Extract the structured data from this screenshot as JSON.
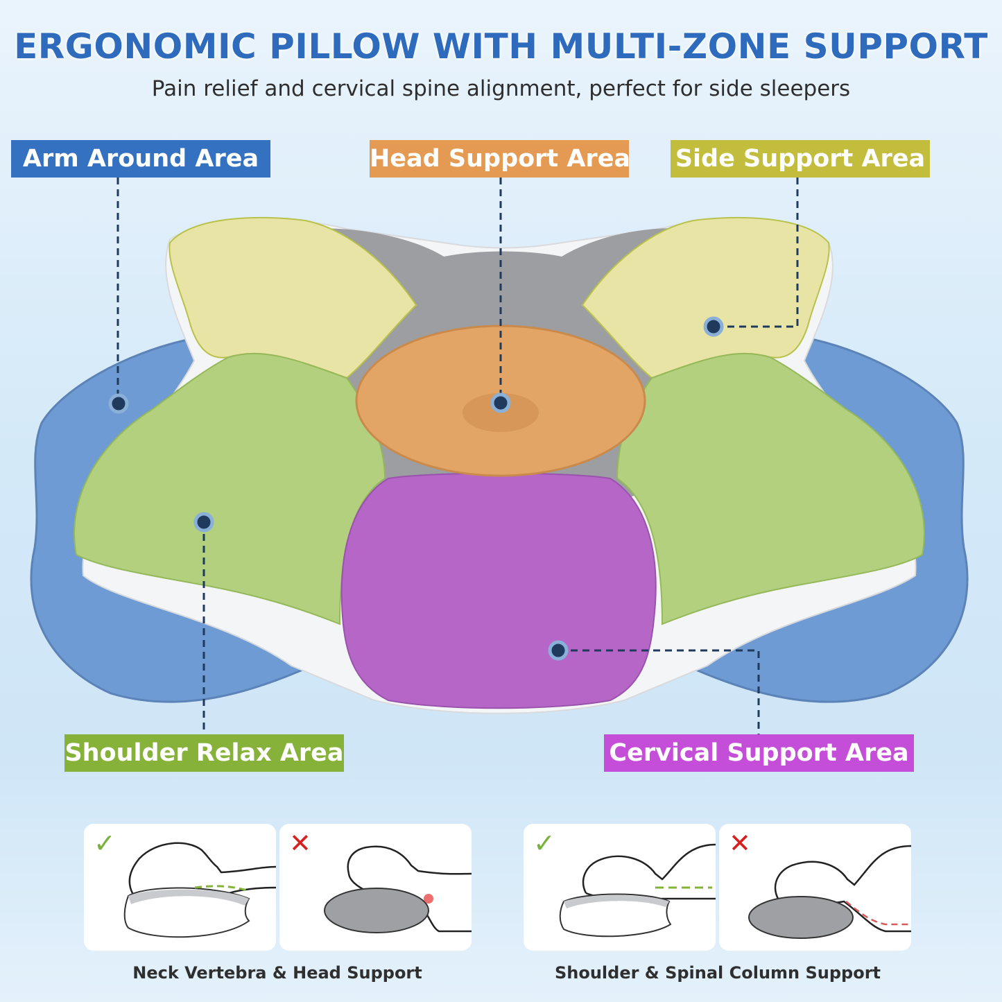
{
  "header": {
    "title": "ERGONOMIC PILLOW WITH MULTI-ZONE SUPPORT",
    "subtitle": "Pain relief and cervical spine alignment, perfect for side sleepers"
  },
  "areas": {
    "arm_around": "Arm Around Area",
    "head_support": "Head Support Area",
    "side_support": "Side Support Area",
    "shoulder_relax": "Shoulder Relax Area",
    "cervical_support": "Cervical Support Area"
  },
  "colors": {
    "arm_around": "#3471c0",
    "head_support": "#e49a52",
    "side_support": "#c2bd3d",
    "shoulder_relax": "#86b23a",
    "cervical_support": "#c44ed8",
    "title": "#2f6bbd"
  },
  "comparisons": [
    {
      "caption": "Neck Vertebra & Head Support",
      "panels": [
        {
          "result": "correct",
          "icon": "check-icon",
          "glyph": "✓"
        },
        {
          "result": "incorrect",
          "icon": "cross-icon",
          "glyph": "✕"
        }
      ]
    },
    {
      "caption": "Shoulder & Spinal Column Support",
      "panels": [
        {
          "result": "correct",
          "icon": "check-icon",
          "glyph": "✓"
        },
        {
          "result": "incorrect",
          "icon": "cross-icon",
          "glyph": "✕"
        }
      ]
    }
  ]
}
